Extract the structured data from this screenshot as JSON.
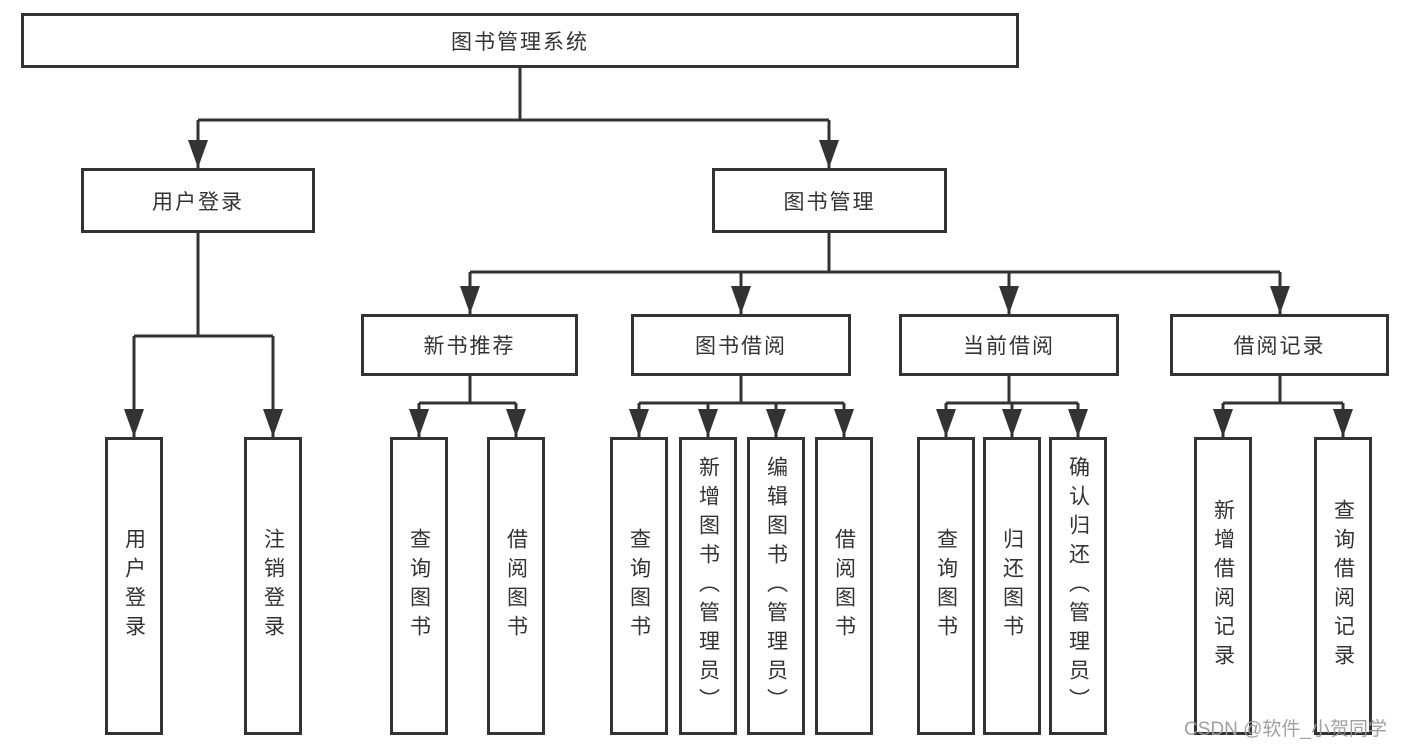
{
  "tree": {
    "label": "图书管理系统",
    "children": [
      {
        "label": "用户登录",
        "children": [
          {
            "label": "用户登录"
          },
          {
            "label": "注销登录"
          }
        ]
      },
      {
        "label": "图书管理",
        "children": [
          {
            "label": "新书推荐",
            "children": [
              {
                "label": "查询图书"
              },
              {
                "label": "借阅图书"
              }
            ]
          },
          {
            "label": "图书借阅",
            "children": [
              {
                "label": "查询图书"
              },
              {
                "label": "新增图书（管理员）"
              },
              {
                "label": "编辑图书（管理员）"
              },
              {
                "label": "借阅图书"
              }
            ]
          },
          {
            "label": "当前借阅",
            "children": [
              {
                "label": "查询图书"
              },
              {
                "label": "归还图书"
              },
              {
                "label": "确认归还（管理员）"
              }
            ]
          },
          {
            "label": "借阅记录",
            "children": [
              {
                "label": "新增借阅记录"
              },
              {
                "label": "查询借阅记录"
              }
            ]
          }
        ]
      }
    ]
  },
  "watermark": {
    "text": "CSDN @软件_小贺同学"
  },
  "colors": {
    "line": "#333333",
    "text": "#333333",
    "background": "#ffffff",
    "watermark": "#9b9b9b"
  }
}
